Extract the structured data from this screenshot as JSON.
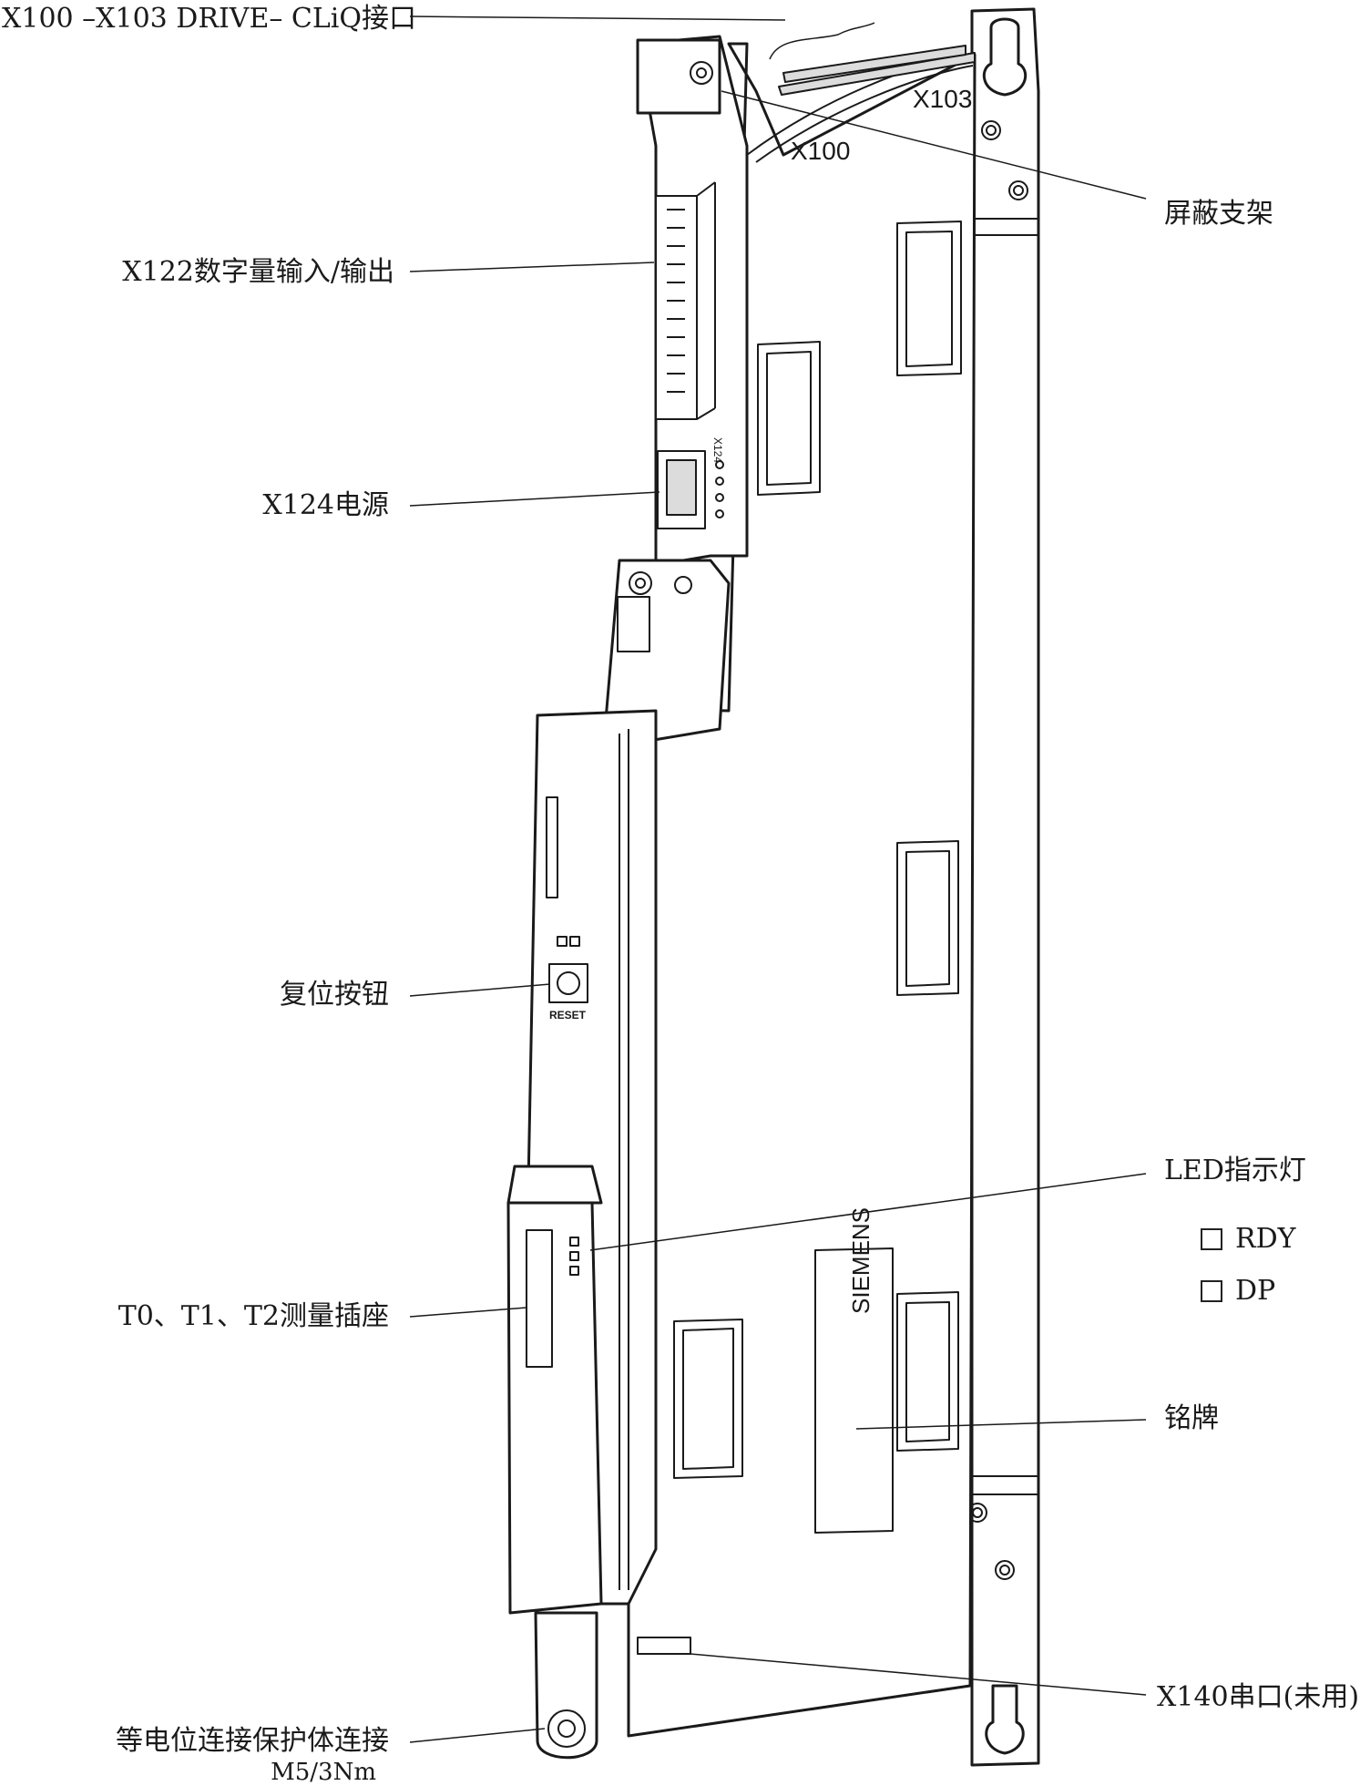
{
  "labels": {
    "drive_cliq": "X100 –X103 DRIVE– CLiQ接口",
    "x103": "X103",
    "x100": "X100",
    "shield_bracket": "屏蔽支架",
    "x122": "X122数字量输入/输出",
    "x124_label": "X124电源",
    "x124_tag": "X124",
    "reset_button": "复位按钮",
    "reset_tag": "RESET",
    "led": "LED指示灯",
    "rdy": "RDY",
    "dp": "DP",
    "test_sockets": "T0、T1、T2测量插座",
    "nameplate": "铭牌",
    "brand": "SIEMENS",
    "x140": "X140串口(未用)",
    "ground_line1": "等电位连接保护体连接",
    "ground_line2": "M5/3Nm"
  },
  "colors": {
    "line": "#1a1a1a",
    "panel": "#ffffff",
    "shade": "#dcdcdc"
  }
}
